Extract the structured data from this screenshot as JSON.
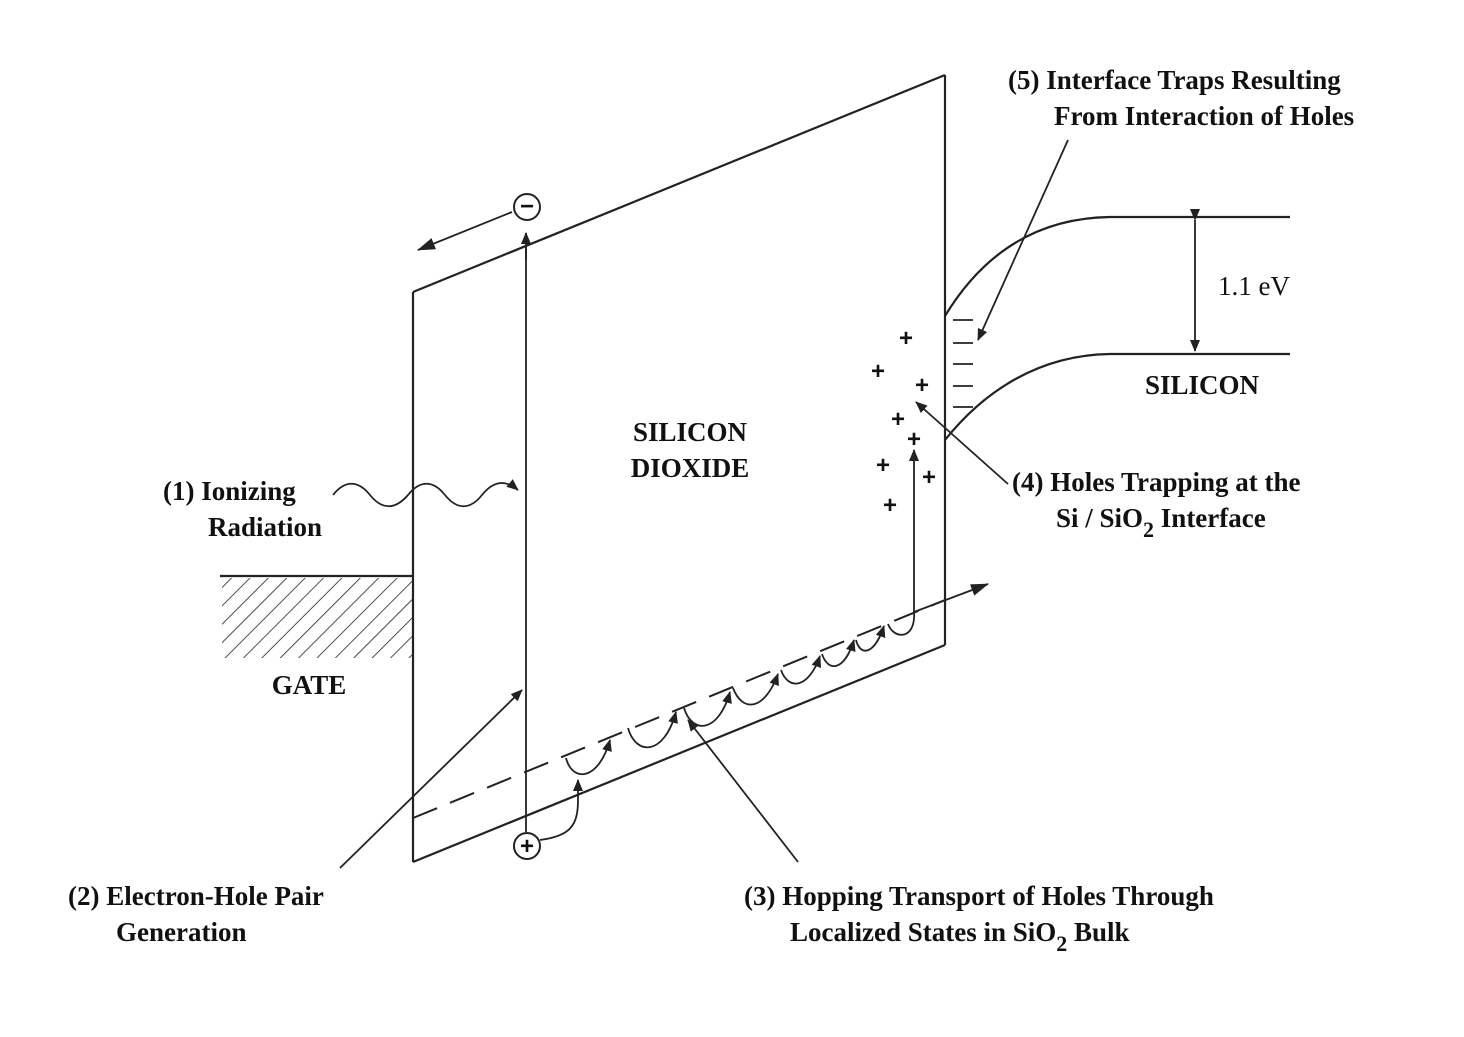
{
  "diagram": {
    "regions": {
      "gate": "GATE",
      "oxide_line1": "SILICON",
      "oxide_line2": "DIOXIDE",
      "silicon": "SILICON",
      "bandgap": "1.1 eV"
    },
    "labels": {
      "step1_line1": "(1) Ionizing",
      "step1_line2": "Radiation",
      "step2_line1": "(2) Electron-Hole Pair",
      "step2_line2": "Generation",
      "step3_line1": "(3) Hopping Transport of Holes Through",
      "step3_line2_pre": "Localized States in SiO",
      "step3_line2_sub": "2",
      "step3_line2_post": " Bulk",
      "step4_line1": "(4) Holes Trapping at the",
      "step4_line2_pre": "Si / SiO",
      "step4_line2_sub": "2",
      "step4_line2_post": " Interface",
      "step5_line1": "(5) Interface Traps Resulting",
      "step5_line2": "From Interaction of Holes"
    },
    "carriers": {
      "electron_symbol": "−",
      "hole_symbol": "+"
    }
  }
}
